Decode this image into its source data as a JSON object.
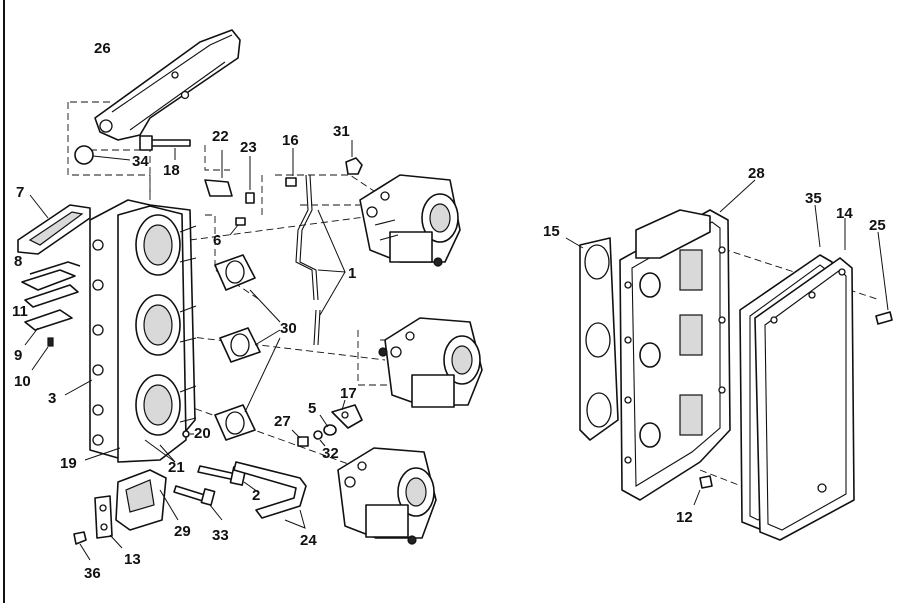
{
  "callouts": {
    "c1": "1",
    "c2": "2",
    "c3": "3",
    "c5": "5",
    "c6": "6",
    "c7": "7",
    "c8": "8",
    "c9": "9",
    "c10": "10",
    "c11": "11",
    "c12": "12",
    "c13": "13",
    "c14": "14",
    "c15": "15",
    "c16": "16",
    "c17": "17",
    "c18": "18",
    "c19": "19",
    "c20": "20",
    "c21": "21",
    "c22": "22",
    "c23": "23",
    "c24": "24",
    "c25": "25",
    "c26": "26",
    "c27": "27",
    "c28": "28",
    "c29": "29",
    "c30": "30",
    "c31": "31",
    "c32": "32",
    "c33": "33",
    "c34": "34",
    "c35": "35",
    "c36": "36"
  },
  "colors": {
    "ink": "#111111",
    "paper": "#ffffff"
  }
}
